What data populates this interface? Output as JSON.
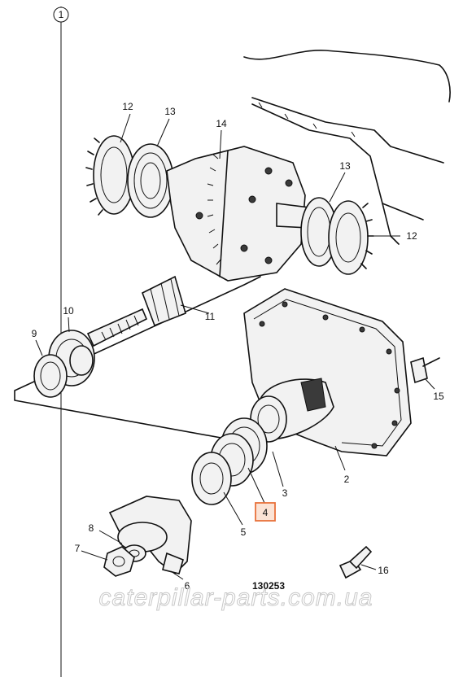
{
  "sheet": {
    "index_label": "1"
  },
  "callouts": {
    "c12a": "12",
    "c13a": "13",
    "c14": "14",
    "c13b": "13",
    "c12b": "12",
    "c11": "11",
    "c10": "10",
    "c9": "9",
    "c15": "15",
    "c2": "2",
    "c3": "3",
    "c4": "4",
    "c5": "5",
    "c8": "8",
    "c7": "7",
    "c6": "6",
    "c16": "16"
  },
  "drawing_number": "130253",
  "watermark": "caterpillar-parts.com.ua",
  "highlighted_part": "4",
  "colors": {
    "highlight_fill": "#fbe3d5",
    "highlight_border": "#e8713a",
    "ink": "#111111"
  }
}
